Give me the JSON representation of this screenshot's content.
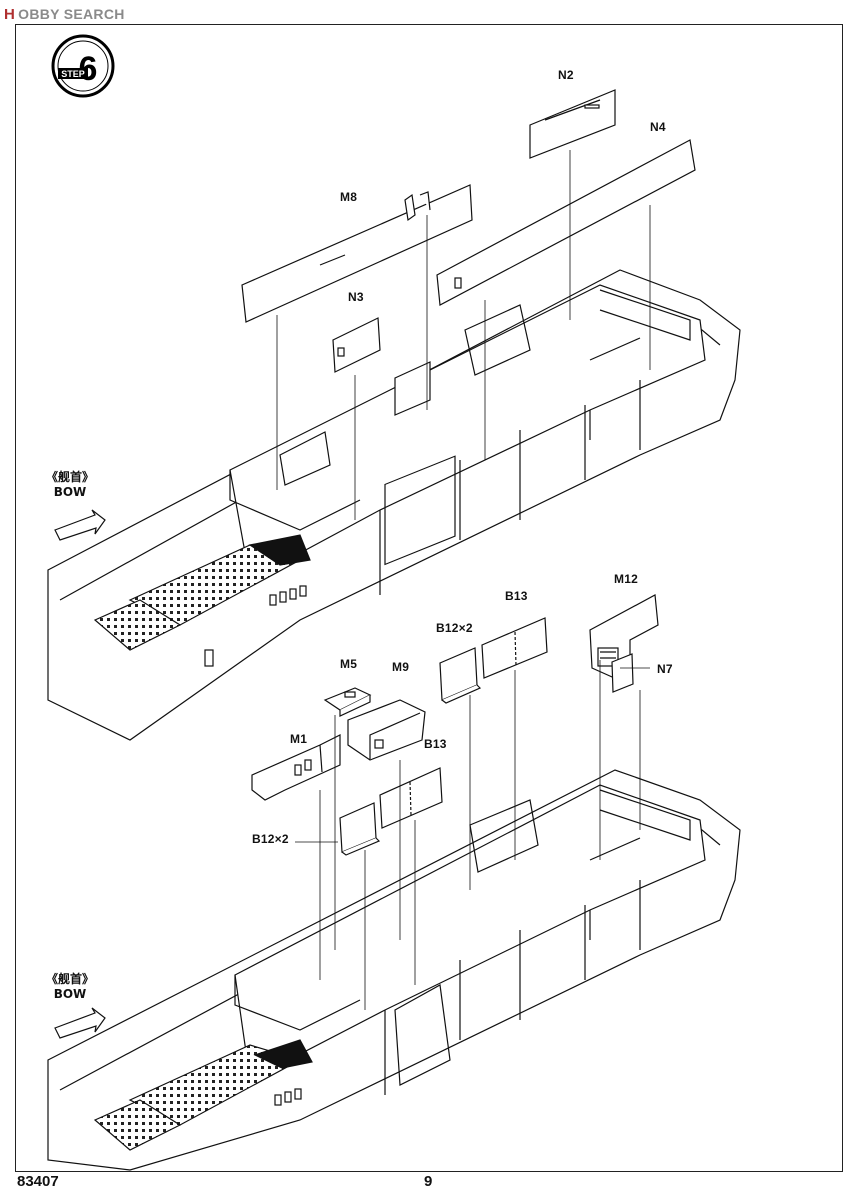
{
  "watermark": {
    "brand_mark": "H",
    "brand_text": "OBBY SEARCH"
  },
  "step": {
    "word": "STEP",
    "number": "6"
  },
  "parts": {
    "N2": "N2",
    "N4": "N4",
    "M8": "M8",
    "N3": "N3",
    "M12": "M12",
    "B13_upper": "B13",
    "B12x2_upper": "B12×2",
    "N7": "N7",
    "M5": "M5",
    "M9": "M9",
    "M1": "M1",
    "B13_lower": "B13",
    "B12x2_lower": "B12×2"
  },
  "bow_top": {
    "jp": "《舰首》",
    "en": "BOW"
  },
  "bow_bottom": {
    "jp": "《舰首》",
    "en": "BOW"
  },
  "footer": {
    "code": "83407",
    "page": "9"
  }
}
